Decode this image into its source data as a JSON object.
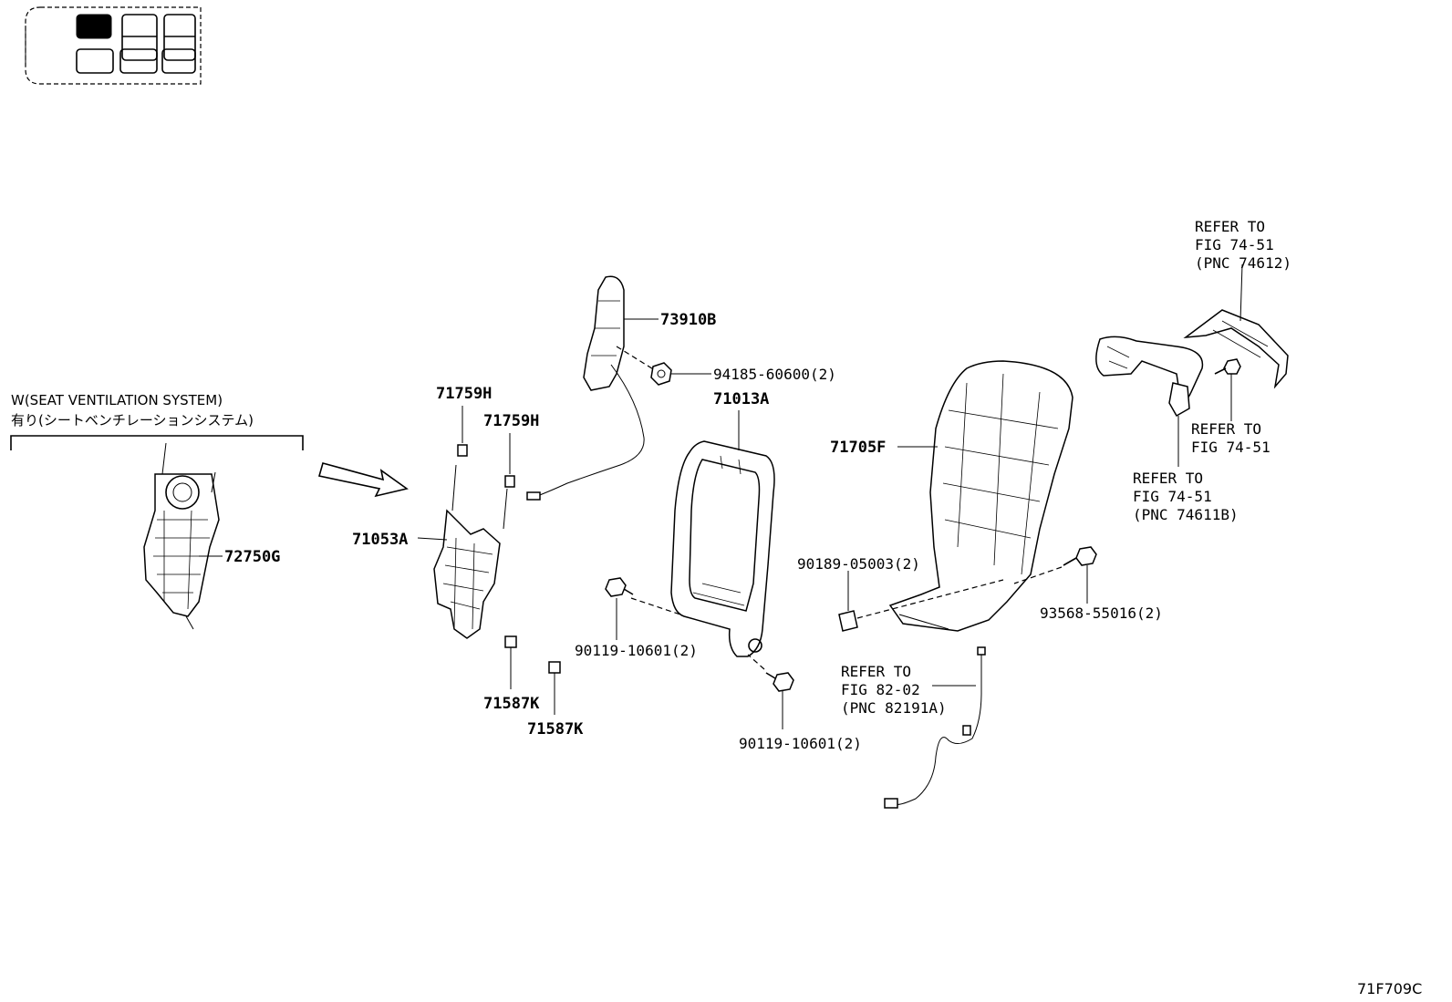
{
  "note": {
    "line1": "W(SEAT VENTILATION SYSTEM)",
    "line2": "有り(シートベンチレーションシステム)"
  },
  "labels": {
    "p72750G": "72750G",
    "p71759H_a": "71759H",
    "p71759H_b": "71759H",
    "p71053A": "71053A",
    "p71587K_a": "71587K",
    "p71587K_b": "71587K",
    "p73910B": "73910B",
    "p94185": "94185-60600(2)",
    "p71013A": "71013A",
    "p90119_a": "90119-10601(2)",
    "p90119_b": "90119-10601(2)",
    "p71705F": "71705F",
    "p90189": "90189-05003(2)",
    "p93568": "93568-55016(2)"
  },
  "refs": {
    "ref1": [
      "REFER TO",
      "FIG 74-51",
      "(PNC 74612)"
    ],
    "ref2": [
      "REFER TO",
      "FIG 74-51"
    ],
    "ref3": [
      "REFER TO",
      "FIG 74-51",
      "(PNC 74611B)"
    ],
    "ref4": [
      "REFER TO",
      "FIG 82-02",
      "(PNC 82191A)"
    ]
  },
  "figure_code": "71F709C"
}
